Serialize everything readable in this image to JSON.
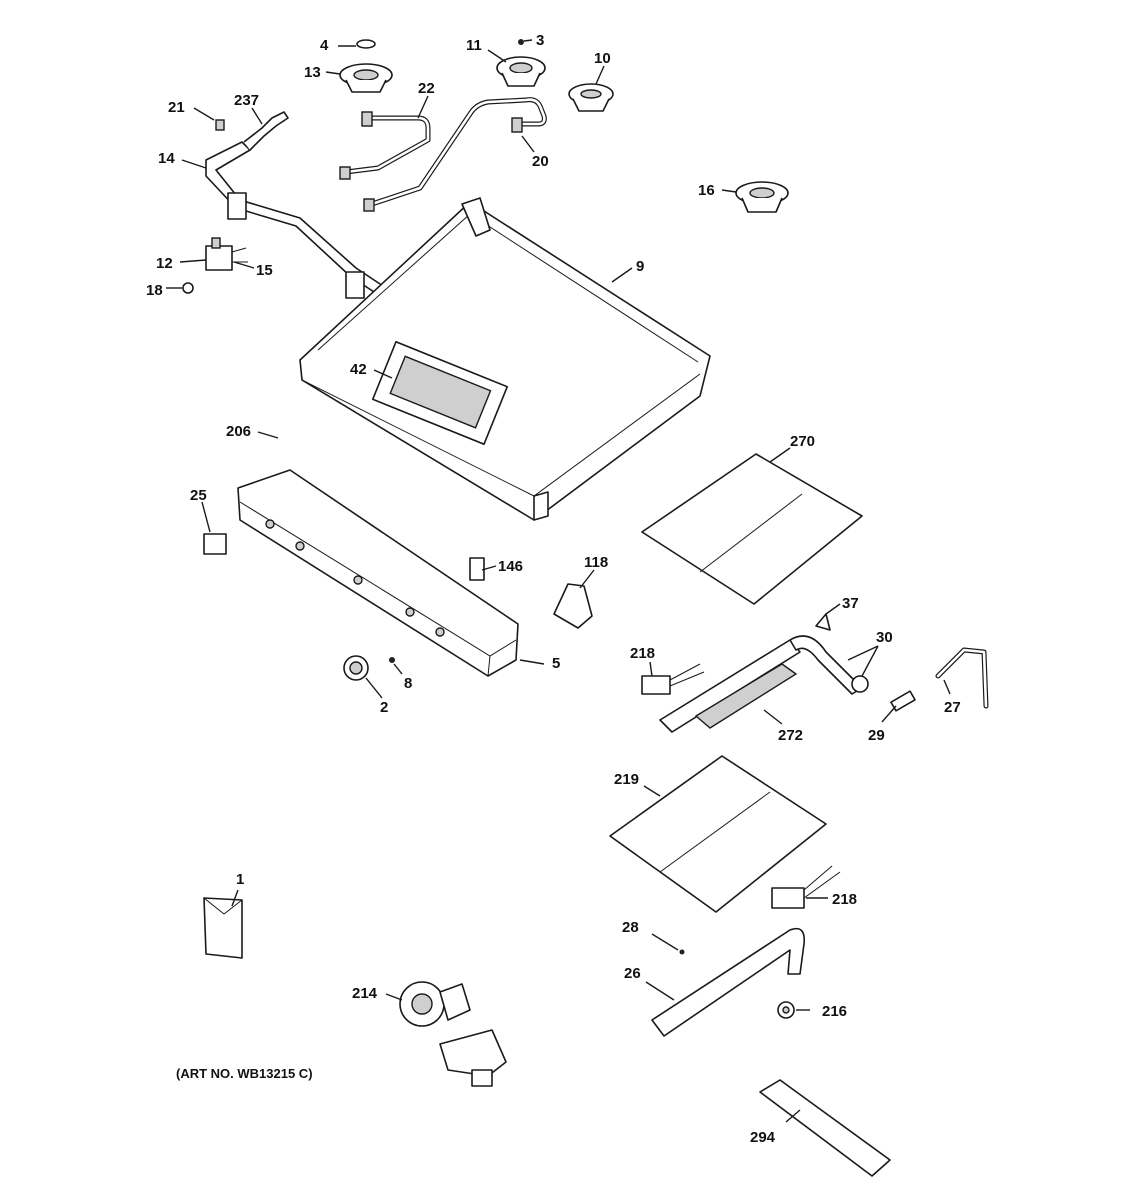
{
  "callouts": [
    {
      "id": "4",
      "text": "4"
    },
    {
      "id": "3",
      "text": "3"
    },
    {
      "id": "11",
      "text": "11"
    },
    {
      "id": "13",
      "text": "13"
    },
    {
      "id": "10",
      "text": "10"
    },
    {
      "id": "22",
      "text": "22"
    },
    {
      "id": "237",
      "text": "237"
    },
    {
      "id": "21",
      "text": "21"
    },
    {
      "id": "20",
      "text": "20"
    },
    {
      "id": "14",
      "text": "14"
    },
    {
      "id": "16",
      "text": "16"
    },
    {
      "id": "9",
      "text": "9"
    },
    {
      "id": "12",
      "text": "12"
    },
    {
      "id": "15",
      "text": "15"
    },
    {
      "id": "18",
      "text": "18"
    },
    {
      "id": "42",
      "text": "42"
    },
    {
      "id": "206",
      "text": "206"
    },
    {
      "id": "270",
      "text": "270"
    },
    {
      "id": "25",
      "text": "25"
    },
    {
      "id": "146",
      "text": "146"
    },
    {
      "id": "118",
      "text": "118"
    },
    {
      "id": "37",
      "text": "37"
    },
    {
      "id": "30",
      "text": "30"
    },
    {
      "id": "218a",
      "text": "218"
    },
    {
      "id": "5",
      "text": "5"
    },
    {
      "id": "8",
      "text": "8"
    },
    {
      "id": "2",
      "text": "2"
    },
    {
      "id": "272",
      "text": "272"
    },
    {
      "id": "29",
      "text": "29"
    },
    {
      "id": "27",
      "text": "27"
    },
    {
      "id": "219",
      "text": "219"
    },
    {
      "id": "218b",
      "text": "218"
    },
    {
      "id": "1",
      "text": "1"
    },
    {
      "id": "28",
      "text": "28"
    },
    {
      "id": "26",
      "text": "26"
    },
    {
      "id": "214",
      "text": "214"
    },
    {
      "id": "216",
      "text": "216"
    },
    {
      "id": "294",
      "text": "294"
    }
  ],
  "art_number": "(ART NO. WB13215 C)"
}
